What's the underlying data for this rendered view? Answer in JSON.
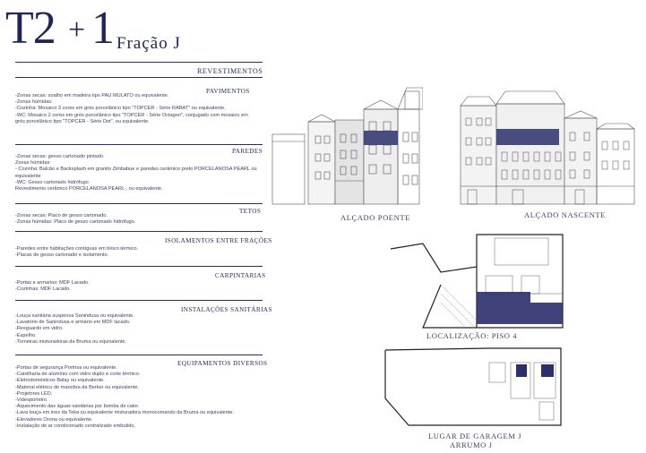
{
  "title": {
    "t2": "T2",
    "plus": "+",
    "one": "1",
    "fracao": "Fração J"
  },
  "revestimentos": "REVESTIMENTOS",
  "sections": [
    {
      "title": "PAVIMENTOS",
      "lines": [
        "-Zonas secas: soalho em madeira tipo PAU MULATO ou equivalente.",
        "-Zonas húmidas:",
        "-Cozinha: Mosaico 3 cores em grés porcelânico tipo \"TOPCER - Série RABAT\" ou equivalente.",
        "-WC: Mosaico 2 cores em grés porcelânico tipo \"TOPCER - Série Octagon\", conjugado com mosaico em grés porcelânico tipo \"TOPCER - Série Dot\", ou equivalente."
      ]
    },
    {
      "title": "PAREDES",
      "lines": [
        "-Zonas secas: gesso cartonado pintado.",
        " Zonas húmidas:",
        " - Cozinha: Balcão e Backsplash em granito Zimbabue e paredes cerâmico preto PORCELANOSA PEARL ou equivalente",
        " -WC: Gesso cartonado hidrófugo",
        " Revestimento cerâmico PORCELANOSA PEARL , ou equivalente."
      ]
    },
    {
      "title": "TETOS",
      "lines": [
        "-Zonas secas: Placo de gesso cartonado.",
        "-Zonas húmidas: Placo de gesso cartonado hidrófugo."
      ]
    },
    {
      "title": "ISOLAMENTOS ENTRE FRAÇÕES",
      "lines": [
        "-Paredes entre habitações contíguas em bloco térmico.",
        "-Placas de gesso cartonado e isolamento."
      ]
    },
    {
      "title": "CARPINTARIAS",
      "lines": [
        "-Portas e armarios: MDF Lacado.",
        "-Cozinhas: MDF Lacado."
      ]
    },
    {
      "title": "INSTALAÇÕES SANITÁRIAS",
      "lines": [
        "-Louça sanitária suspensa Sanindusa ou equivalente.",
        "-Lavatório de Sanindusa e armário em MDF lacado.",
        "-Resguardo em vidro.",
        "-Espelho.",
        "-Torneiras misturadoras da Bruma ou equivalente."
      ]
    },
    {
      "title": "EQUIPAMENTOS DIVERSOS",
      "lines": [
        "-Portas de segurança Portrisa ou equivalente.",
        "-Caixilharia de alumínio com vidro duplo e corte térmico.",
        "-Eletrodomésticos Balay ou equivalente.",
        "-Material elétrico de manobra da Berker ou equivalente.",
        "-Projetores LED.",
        "-Videoporteiro.",
        "-Aquecimento das águas sanitárias por bomba de calor.",
        "-Lava louça em inox da Teka ou equivalente misturadora monocomando da Bruma ou equivalente.",
        "-Elevadores Orona ou equivalente.",
        "-Instalação de ar condicionado centralizado embutido."
      ]
    }
  ],
  "captions": {
    "poente": "ALÇADO POENTE",
    "nascente": "ALÇADO NASCENTE",
    "localizacao": "LOCALIZAÇÃO: PISO 4",
    "garagem_1": "LUGAR DE GARAGEM  J",
    "garagem_2": "ARRUMO  J"
  },
  "colors": {
    "navy": "#1f2557",
    "highlight": "#2b2f6b",
    "line": "#2a2f5a"
  }
}
